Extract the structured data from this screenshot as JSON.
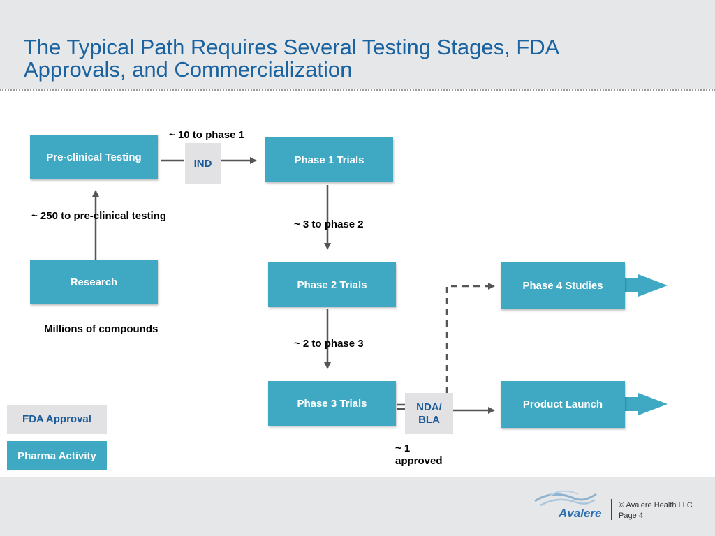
{
  "slide": {
    "title_line1": "The Typical Path Requires Several Testing Stages, FDA",
    "title_line2": "Approvals, and Commercialization"
  },
  "boxes": {
    "preclinical": "Pre-clinical Testing",
    "research": "Research",
    "phase1": "Phase 1 Trials",
    "phase2": "Phase 2 Trials",
    "phase3": "Phase 3 Trials",
    "phase4": "Phase 4 Studies",
    "launch": "Product Launch",
    "ind": "IND",
    "nda_line1": "NDA/",
    "nda_line2": "BLA"
  },
  "labels": {
    "to_phase1": "~ 10 to phase 1",
    "to_preclinical": "~ 250 to pre-clinical testing",
    "to_phase2": "~ 3 to phase 2",
    "to_phase3": "~ 2 to phase 3",
    "millions": "Millions of compounds",
    "approved_line1": "~ 1",
    "approved_line2": "approved"
  },
  "legend": {
    "fda": "FDA Approval",
    "pharma": "Pharma Activity"
  },
  "footer": {
    "brand": "Avalere",
    "copyright": "© Avalere Health LLC",
    "page": "Page 4"
  },
  "colors": {
    "pharma": "#3fa9c4",
    "fda": "#e2e2e4",
    "title": "#1a62a0"
  }
}
